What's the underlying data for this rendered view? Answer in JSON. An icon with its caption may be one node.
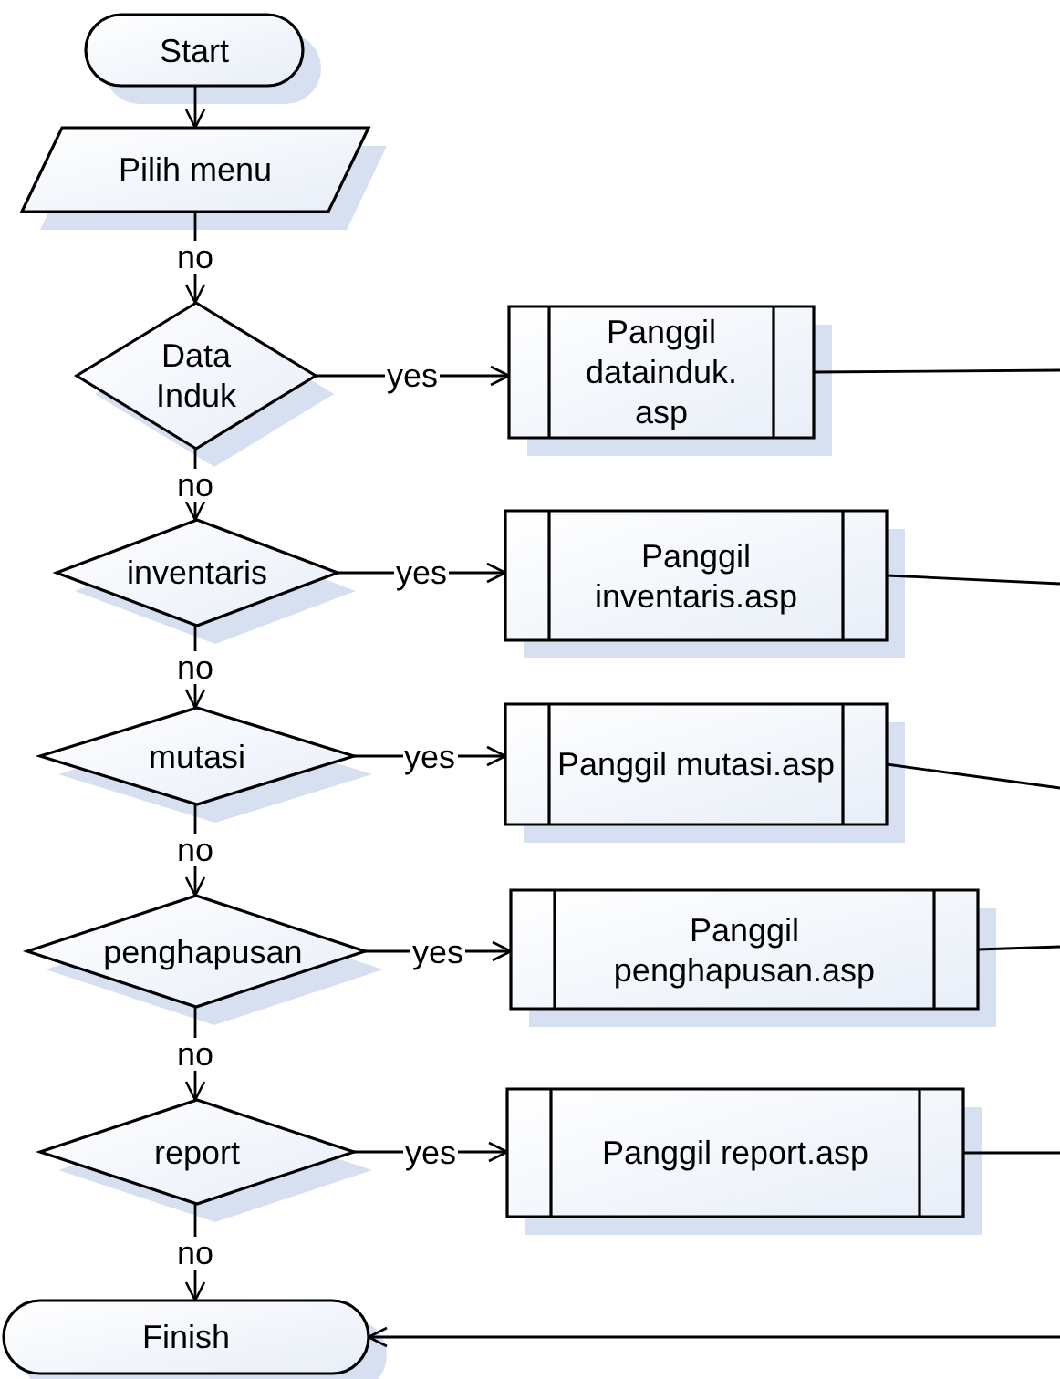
{
  "diagram": {
    "nodes": [
      {
        "text": [
          "Start"
        ]
      },
      {
        "text": [
          "Pilih menu"
        ]
      },
      {
        "text": [
          "Data Induk"
        ]
      },
      {
        "text": [
          "Panggil datainduk. asp"
        ]
      },
      {
        "text": [
          "inventaris"
        ]
      },
      {
        "text": [
          "Panggil inventaris.asp"
        ]
      },
      {
        "text": [
          "mutasi"
        ]
      },
      {
        "text": [
          "Panggil mutasi.asp"
        ]
      },
      {
        "text": [
          "penghapusan"
        ]
      },
      {
        "text": [
          "Panggil penghapusan.asp"
        ]
      },
      {
        "text": [
          "report"
        ]
      },
      {
        "text": [
          "Panggil report.asp"
        ]
      },
      {
        "text": [
          "Finish"
        ]
      }
    ],
    "edges": [
      {
        "from": 0,
        "to": 1,
        "arrow": "to"
      },
      {
        "from": 1,
        "to": 2,
        "arrow": "to",
        "label": "no"
      },
      {
        "from": 2,
        "to": 3,
        "arrow": "to",
        "label": "yes"
      },
      {
        "from": 2,
        "to": 4,
        "arrow": "to",
        "label": "no"
      },
      {
        "from": 4,
        "to": 5,
        "arrow": "to",
        "label": "yes"
      },
      {
        "from": 4,
        "to": 6,
        "arrow": "to",
        "label": "no"
      },
      {
        "from": 6,
        "to": 7,
        "arrow": "to",
        "label": "yes"
      },
      {
        "from": 6,
        "to": 8,
        "arrow": "to",
        "label": "no"
      },
      {
        "from": 8,
        "to": 9,
        "arrow": "to",
        "label": "yes"
      },
      {
        "from": 8,
        "to": 10,
        "arrow": "to",
        "label": "no"
      },
      {
        "from": 10,
        "to": 11,
        "arrow": "to",
        "label": "yes"
      },
      {
        "from": 10,
        "to": 12,
        "arrow": "to",
        "label": "no"
      },
      {
        "from": 3,
        "to": null,
        "arrow": "none"
      },
      {
        "from": 5,
        "to": null,
        "arrow": "none"
      },
      {
        "from": 7,
        "to": null,
        "arrow": "none"
      },
      {
        "from": 9,
        "to": null,
        "arrow": "none"
      },
      {
        "from": 11,
        "to": null,
        "arrow": "none"
      },
      {
        "from": null,
        "to": 12,
        "arrow": "to"
      }
    ]
  }
}
